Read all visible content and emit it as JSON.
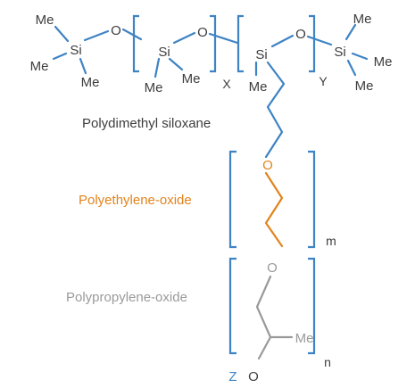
{
  "labels": {
    "pdms": "Polydimethyl siloxane",
    "peo": "Polyethylene-oxide",
    "ppo": "Polypropylene-oxide"
  },
  "atoms": {
    "si": "Si",
    "o": "O",
    "me": "Me"
  },
  "subscripts": {
    "x": "X",
    "y": "Y",
    "m": "m",
    "n": "n",
    "z": "Z"
  },
  "colors": {
    "pdms": "#3e83c3",
    "peo": "#e2841c",
    "ppo": "#9a9a9a",
    "text": "#3d3d3d"
  }
}
